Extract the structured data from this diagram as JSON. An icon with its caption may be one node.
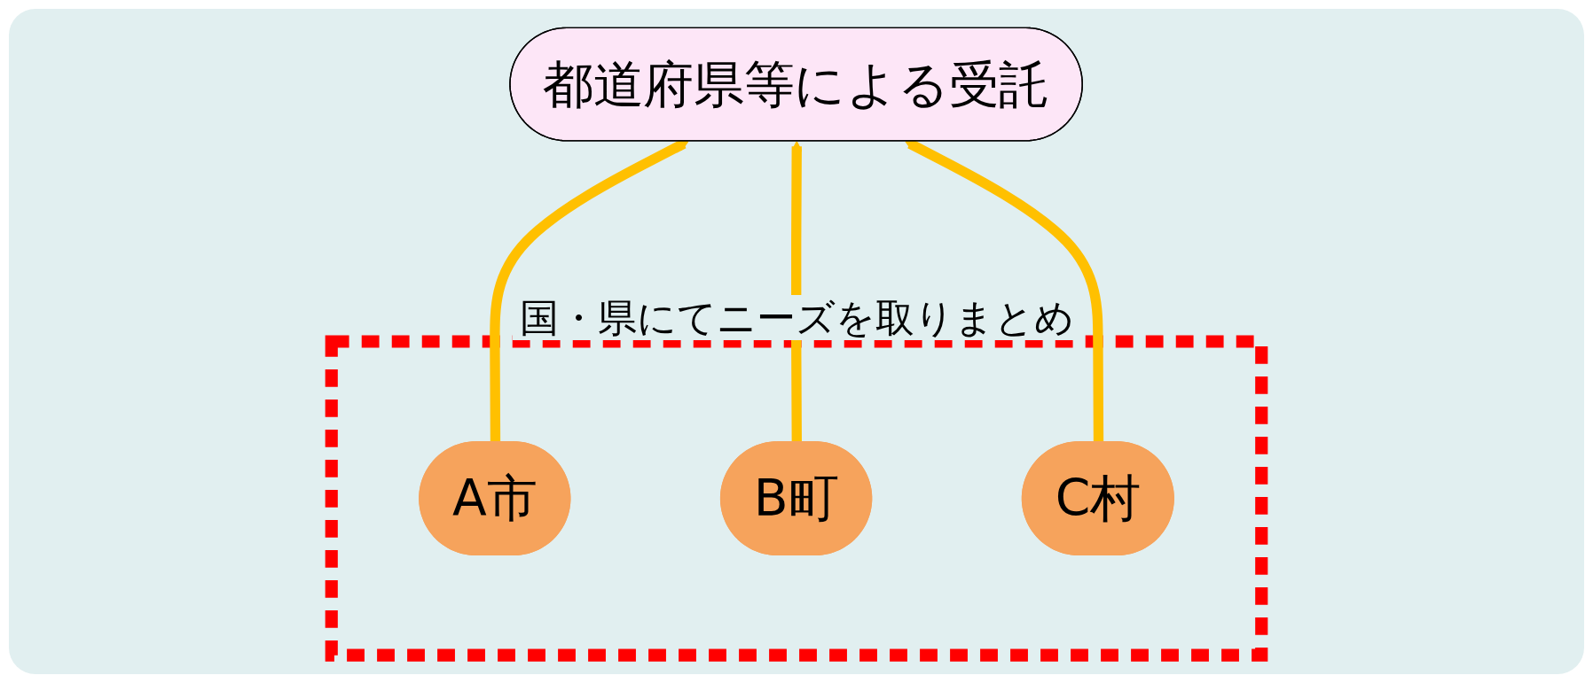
{
  "diagram": {
    "nodes": [
      {
        "text": [
          "都道府県等による受託"
        ]
      },
      {
        "text": [],
        "shape": "box"
      },
      {
        "text": [
          "A市"
        ],
        "in": 1
      },
      {
        "text": [
          "B町"
        ],
        "in": 1
      },
      {
        "text": [
          "C村"
        ],
        "in": 1
      }
    ],
    "edges": [
      {
        "from": 2,
        "to": 0,
        "arrow": "to",
        "color": "#ffc000"
      },
      {
        "from": 3,
        "to": 0,
        "arrow": "to",
        "color": "#ffc000"
      },
      {
        "from": 4,
        "to": 0,
        "arrow": "to",
        "color": "#ffc000"
      }
    ],
    "labels": [
      "国・県にてニーズを取りまとめ"
    ]
  }
}
